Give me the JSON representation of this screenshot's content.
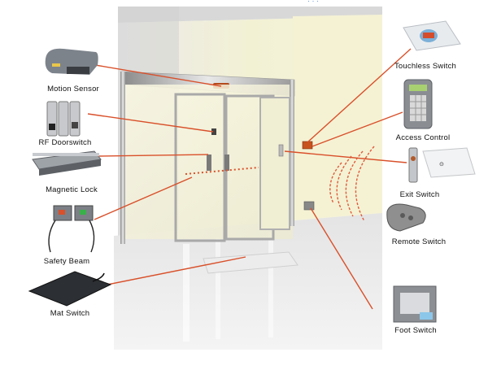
{
  "diagram": {
    "colors": {
      "leader_line": "#d9502a",
      "frame": "#b8b8b8",
      "wall": "#f1efd0",
      "floor": "#dcdcdc",
      "door_glass": "#f4f2d6"
    },
    "components": [
      {
        "id": "motion-sensor",
        "label": "Motion Sensor",
        "side": "left",
        "icon": "motion-sensor-icon"
      },
      {
        "id": "rf-doorswitch",
        "label": "RF Doorswitch",
        "side": "left",
        "icon": "rf-doorswitch-icon"
      },
      {
        "id": "magnetic-lock",
        "label": "Magnetic Lock",
        "side": "left",
        "icon": "magnetic-lock-icon"
      },
      {
        "id": "safety-beam",
        "label": "Safety Beam",
        "side": "left",
        "icon": "safety-beam-icon"
      },
      {
        "id": "mat-switch",
        "label": "Mat Switch",
        "side": "left",
        "icon": "mat-switch-icon"
      },
      {
        "id": "touchless-switch",
        "label": "Touchless Switch",
        "side": "right",
        "icon": "touchless-switch-icon"
      },
      {
        "id": "access-control",
        "label": "Access Control",
        "side": "right",
        "icon": "keypad-icon"
      },
      {
        "id": "exit-switch",
        "label": "Exit Switch",
        "side": "right",
        "icon": "exit-button-icon"
      },
      {
        "id": "remote-switch",
        "label": "Remote Switch",
        "side": "right",
        "icon": "remote-icon"
      },
      {
        "id": "foot-switch",
        "label": "Foot Switch",
        "side": "right",
        "icon": "foot-switch-icon"
      }
    ]
  }
}
